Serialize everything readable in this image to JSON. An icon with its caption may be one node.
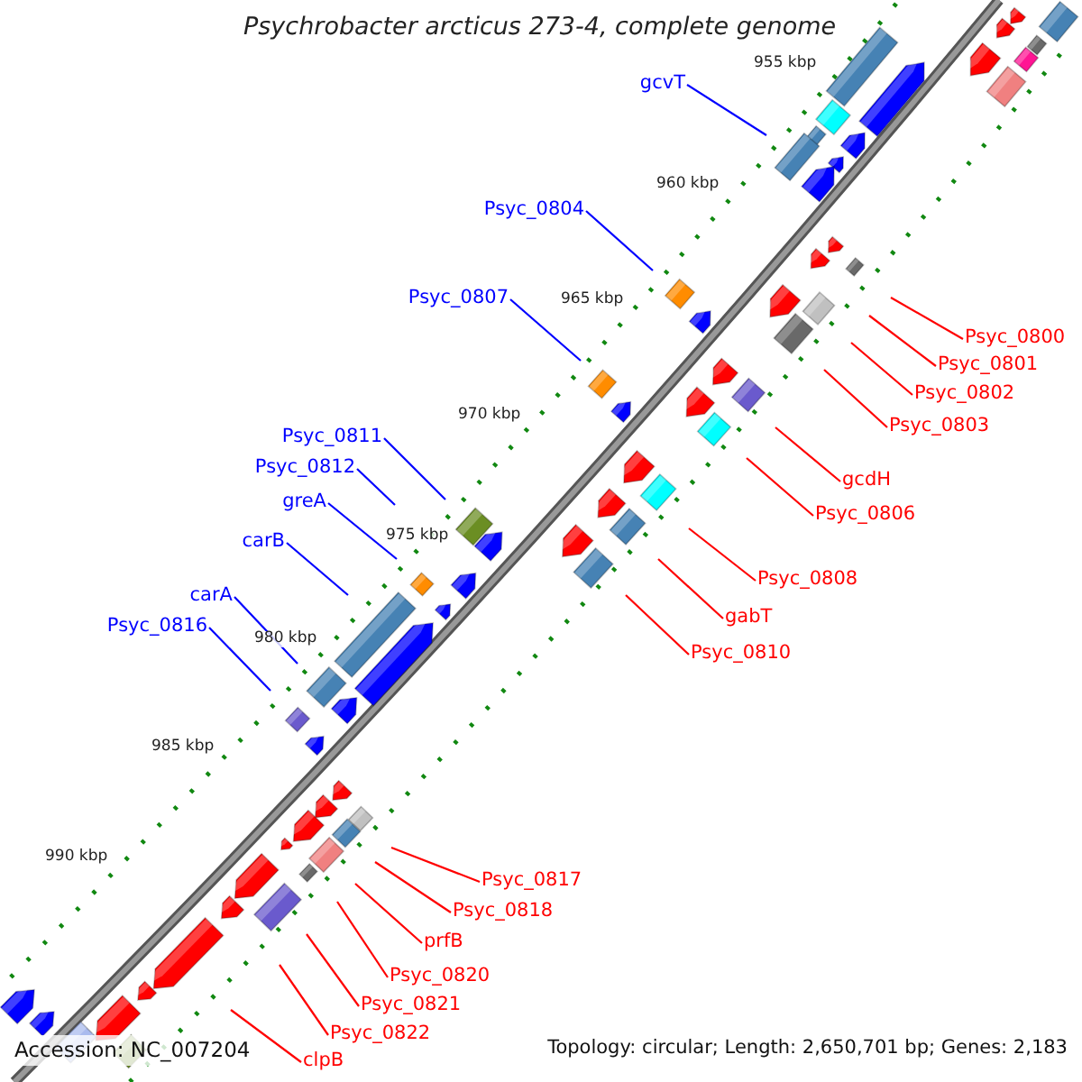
{
  "diagram": {
    "title": "Psychrobacter arcticus 273-4, complete genome",
    "nodes": [
      {
        "text": [
          "gcvT"
        ]
      },
      {
        "text": [
          "Psyc_0804"
        ]
      },
      {
        "text": [
          "Psyc_0807"
        ]
      },
      {
        "text": [
          "Psyc_0800"
        ]
      },
      {
        "text": [
          "Psyc_0801"
        ]
      },
      {
        "text": [
          "Psyc_0802"
        ]
      },
      {
        "text": [
          "Psyc_0803"
        ]
      },
      {
        "text": [
          "Psyc_0811"
        ]
      },
      {
        "text": [
          "Psyc_0812"
        ]
      },
      {
        "text": [
          "gcdH"
        ]
      },
      {
        "text": [
          "greA"
        ]
      },
      {
        "text": [
          "Psyc_0806"
        ]
      },
      {
        "text": [
          "carB"
        ]
      },
      {
        "text": [
          "Psyc_0808"
        ]
      },
      {
        "text": [
          "carA"
        ]
      },
      {
        "text": [
          "gabT"
        ]
      },
      {
        "text": [
          "Psyc_0816"
        ]
      },
      {
        "text": [
          "Psyc_0810"
        ]
      },
      {
        "text": [
          "Psyc_0817"
        ]
      },
      {
        "text": [
          "Psyc_0818"
        ]
      },
      {
        "text": [
          "prfB"
        ]
      },
      {
        "text": [
          "Psyc_0820"
        ]
      },
      {
        "text": [
          "Psyc_0821"
        ]
      },
      {
        "text": [
          "Psyc_0822"
        ]
      },
      {
        "text": [
          "clpB"
        ]
      }
    ],
    "edges": [
      {
        "from": 0,
        "to": null,
        "arrow": "none",
        "color": "#0000ff"
      },
      {
        "from": 1,
        "to": null,
        "arrow": "none",
        "color": "#0000ff"
      },
      {
        "from": 2,
        "to": null,
        "arrow": "none",
        "color": "#0000ff"
      },
      {
        "from": 3,
        "to": null,
        "arrow": "none"
      },
      {
        "from": 4,
        "to": null,
        "arrow": "none"
      },
      {
        "from": 5,
        "to": null,
        "arrow": "none"
      },
      {
        "from": 6,
        "to": null,
        "arrow": "none"
      },
      {
        "from": 7,
        "to": null,
        "arrow": "none",
        "color": "#0000ff"
      },
      {
        "from": 8,
        "to": null,
        "arrow": "none",
        "color": "#0000ff"
      },
      {
        "from": 9,
        "to": null,
        "arrow": "none"
      },
      {
        "from": 10,
        "to": null,
        "arrow": "none",
        "color": "#0000ff"
      },
      {
        "from": 11,
        "to": null,
        "arrow": "none"
      },
      {
        "from": 12,
        "to": null,
        "arrow": "none",
        "color": "#0000ff"
      },
      {
        "from": 13,
        "to": null,
        "arrow": "none"
      },
      {
        "from": 14,
        "to": null,
        "arrow": "none",
        "color": "#0000ff"
      },
      {
        "from": 15,
        "to": null,
        "arrow": "none"
      },
      {
        "from": 16,
        "to": null,
        "arrow": "none",
        "color": "#0000ff"
      },
      {
        "from": 17,
        "to": null,
        "arrow": "none"
      },
      {
        "from": 18,
        "to": null,
        "arrow": "none"
      },
      {
        "from": 19,
        "to": null,
        "arrow": "none"
      },
      {
        "from": 20,
        "to": null,
        "arrow": "none"
      },
      {
        "from": 21,
        "to": null,
        "arrow": "none"
      },
      {
        "from": 22,
        "to": null,
        "arrow": "none"
      },
      {
        "from": 23,
        "to": null,
        "arrow": "none"
      },
      {
        "from": 24,
        "to": null,
        "arrow": "none"
      }
    ],
    "labels": [
      "955 kbp",
      "960 kbp",
      "965 kbp",
      "970 kbp",
      "975 kbp",
      "980 kbp",
      "985 kbp",
      "990 kbp",
      "Accession: NC_007204",
      "Topology: circular; Length: 2,650,701 bp; Genes: 2,183"
    ]
  }
}
